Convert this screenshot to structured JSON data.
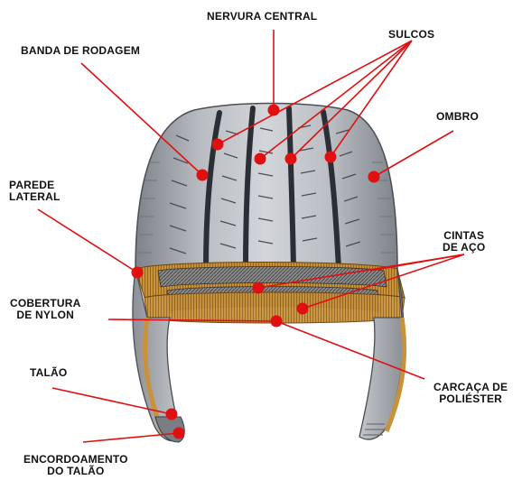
{
  "labels": {
    "nervura_central": "NERVURA CENTRAL",
    "banda_de_rodagem": "BANDA DE RODAGEM",
    "sulcos": "SULCOS",
    "ombro": "OMBRO",
    "parede_lateral": "PAREDE\nLATERAL",
    "cintas_de_aco": "CINTAS\nDE AÇO",
    "cobertura_de_nylon": "COBERTURA\nDE NYLON",
    "talao": "TALÃO",
    "carcaca_de_poliester": "CARCAÇA DE\nPOLIÉSTER",
    "encordoamento_do_talao": "ENCORDOAMENTO\nDO TALÃO"
  },
  "colors": {
    "leader_line": "#e01010",
    "tread_rubber": "#a9aeb4",
    "tread_groove": "#2b2f35",
    "sidewall": "#9ba0a6",
    "carcass": "#c8923a",
    "steel_belt": "#6a6a6a"
  }
}
